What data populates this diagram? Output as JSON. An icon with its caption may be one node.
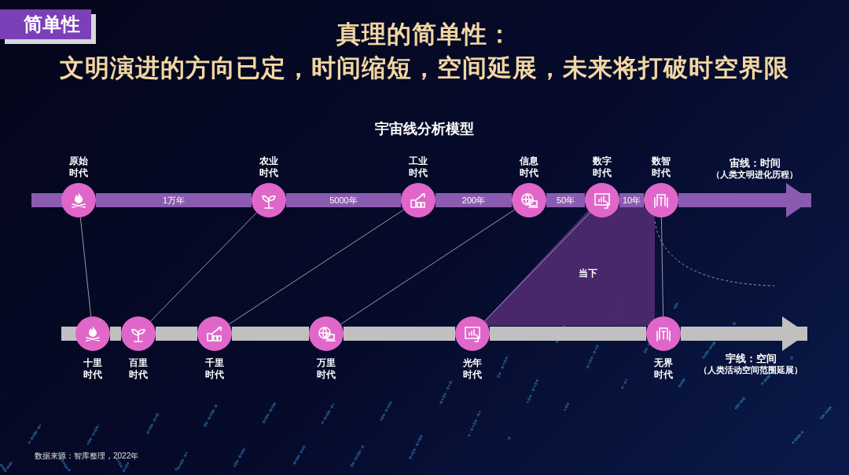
{
  "diagram": {
    "title": "真理的简单性：文明演进的方向已定，时间缩短，空间延展，未来将打破时空界限",
    "nodes": [
      {
        "text": [],
        "shape": "circle",
        "beside": [
          "原始时代"
        ]
      },
      {
        "text": [],
        "shape": "circle",
        "beside": [
          "农业时代"
        ]
      },
      {
        "text": [],
        "shape": "circle",
        "beside": [
          "工业时代"
        ]
      },
      {
        "text": [],
        "shape": "circle",
        "beside": [
          "信息时代"
        ]
      },
      {
        "text": [],
        "shape": "circle",
        "beside": [
          "数字时代"
        ]
      },
      {
        "text": [],
        "shape": "circle",
        "beside": [
          "数智时代"
        ]
      },
      {
        "text": [],
        "shape": "circle",
        "beside": [
          "十里时代"
        ]
      },
      {
        "text": [],
        "shape": "circle",
        "beside": [
          "百里时代"
        ]
      },
      {
        "text": [],
        "shape": "circle",
        "beside": [
          "千里时代"
        ]
      },
      {
        "text": [],
        "shape": "circle",
        "beside": [
          "万里时代"
        ]
      },
      {
        "text": [],
        "shape": "circle",
        "beside": [
          "光年时代"
        ]
      },
      {
        "text": [],
        "shape": "circle",
        "beside": [
          "无界时代"
        ]
      }
    ],
    "edges": [
      {
        "from": 0,
        "to": 1,
        "arrow": "none",
        "label": "1万年",
        "color": "#8a5bb0"
      },
      {
        "from": 1,
        "to": 2,
        "arrow": "none",
        "label": "5000年",
        "color": "#8a5bb0"
      },
      {
        "from": 2,
        "to": 3,
        "arrow": "none",
        "label": "200年",
        "color": "#8a5bb0"
      },
      {
        "from": 3,
        "to": 4,
        "arrow": "none",
        "label": "50年",
        "color": "#8a5bb0"
      },
      {
        "from": 4,
        "to": 5,
        "arrow": "none",
        "label": "10年",
        "color": "#8a5bb0"
      },
      {
        "from": 5,
        "to": null,
        "arrow": "to",
        "color": "#8a5bb0"
      },
      {
        "from": 6,
        "to": 7,
        "arrow": "none",
        "color": "#c0c0c0"
      },
      {
        "from": 7,
        "to": 8,
        "arrow": "none",
        "color": "#c0c0c0"
      },
      {
        "from": 8,
        "to": 9,
        "arrow": "none",
        "color": "#c0c0c0"
      },
      {
        "from": 9,
        "to": 10,
        "arrow": "none",
        "color": "#c0c0c0"
      },
      {
        "from": 10,
        "to": 11,
        "arrow": "none",
        "color": "#c0c0c0"
      },
      {
        "from": 11,
        "to": null,
        "arrow": "to",
        "color": "#c0c0c0"
      },
      {
        "from": 0,
        "to": 6,
        "arrow": "none"
      },
      {
        "from": 1,
        "to": 7,
        "arrow": "none"
      },
      {
        "from": 2,
        "to": 8,
        "arrow": "none"
      },
      {
        "from": 3,
        "to": 9,
        "arrow": "none"
      },
      {
        "from": 4,
        "to": 10,
        "arrow": "none"
      },
      {
        "from": 5,
        "to": 11,
        "arrow": "none"
      }
    ],
    "labels": [
      "简单性",
      "宇宙线分析模型",
      "宙线：时间",
      "（人类文明进化历程）",
      "当下",
      "宇线：空间",
      "（人类活动空间范围延展）",
      "数据来源：智库整理，2022年"
    ]
  }
}
